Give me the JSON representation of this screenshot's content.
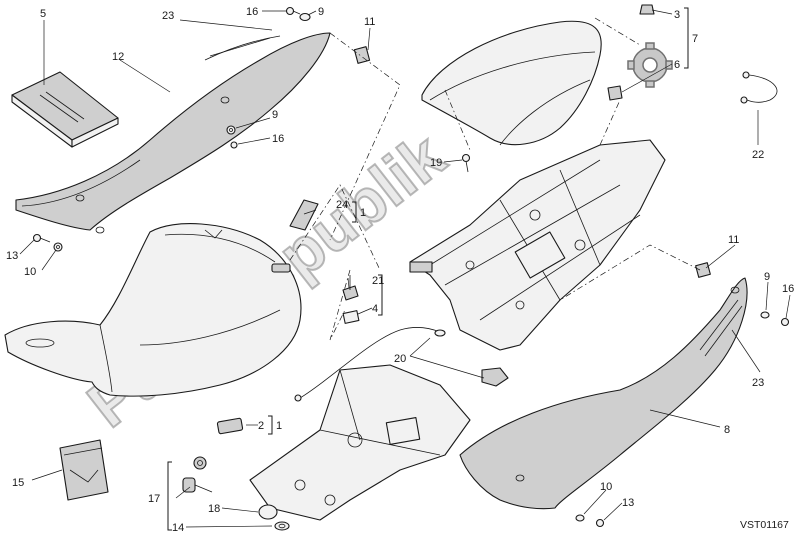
{
  "watermark": {
    "text": "PartsRepublik"
  },
  "drawing_reference": "VST01167",
  "callouts": {
    "c1a": "1",
    "c1b": "1",
    "c2": "2",
    "c3": "3",
    "c4": "4",
    "c5": "5",
    "c6": "6",
    "c7": "7",
    "c8": "8",
    "c9a": "9",
    "c9b": "9",
    "c9c": "9",
    "c10a": "10",
    "c10b": "10",
    "c11a": "11",
    "c11b": "11",
    "c12": "12",
    "c13a": "13",
    "c13b": "13",
    "c14": "14",
    "c15": "15",
    "c16a": "16",
    "c16b": "16",
    "c16c": "16",
    "c17": "17",
    "c18": "18",
    "c19": "19",
    "c20": "20",
    "c21": "21",
    "c22": "22",
    "c23a": "23",
    "c23b": "23",
    "c24": "24"
  }
}
